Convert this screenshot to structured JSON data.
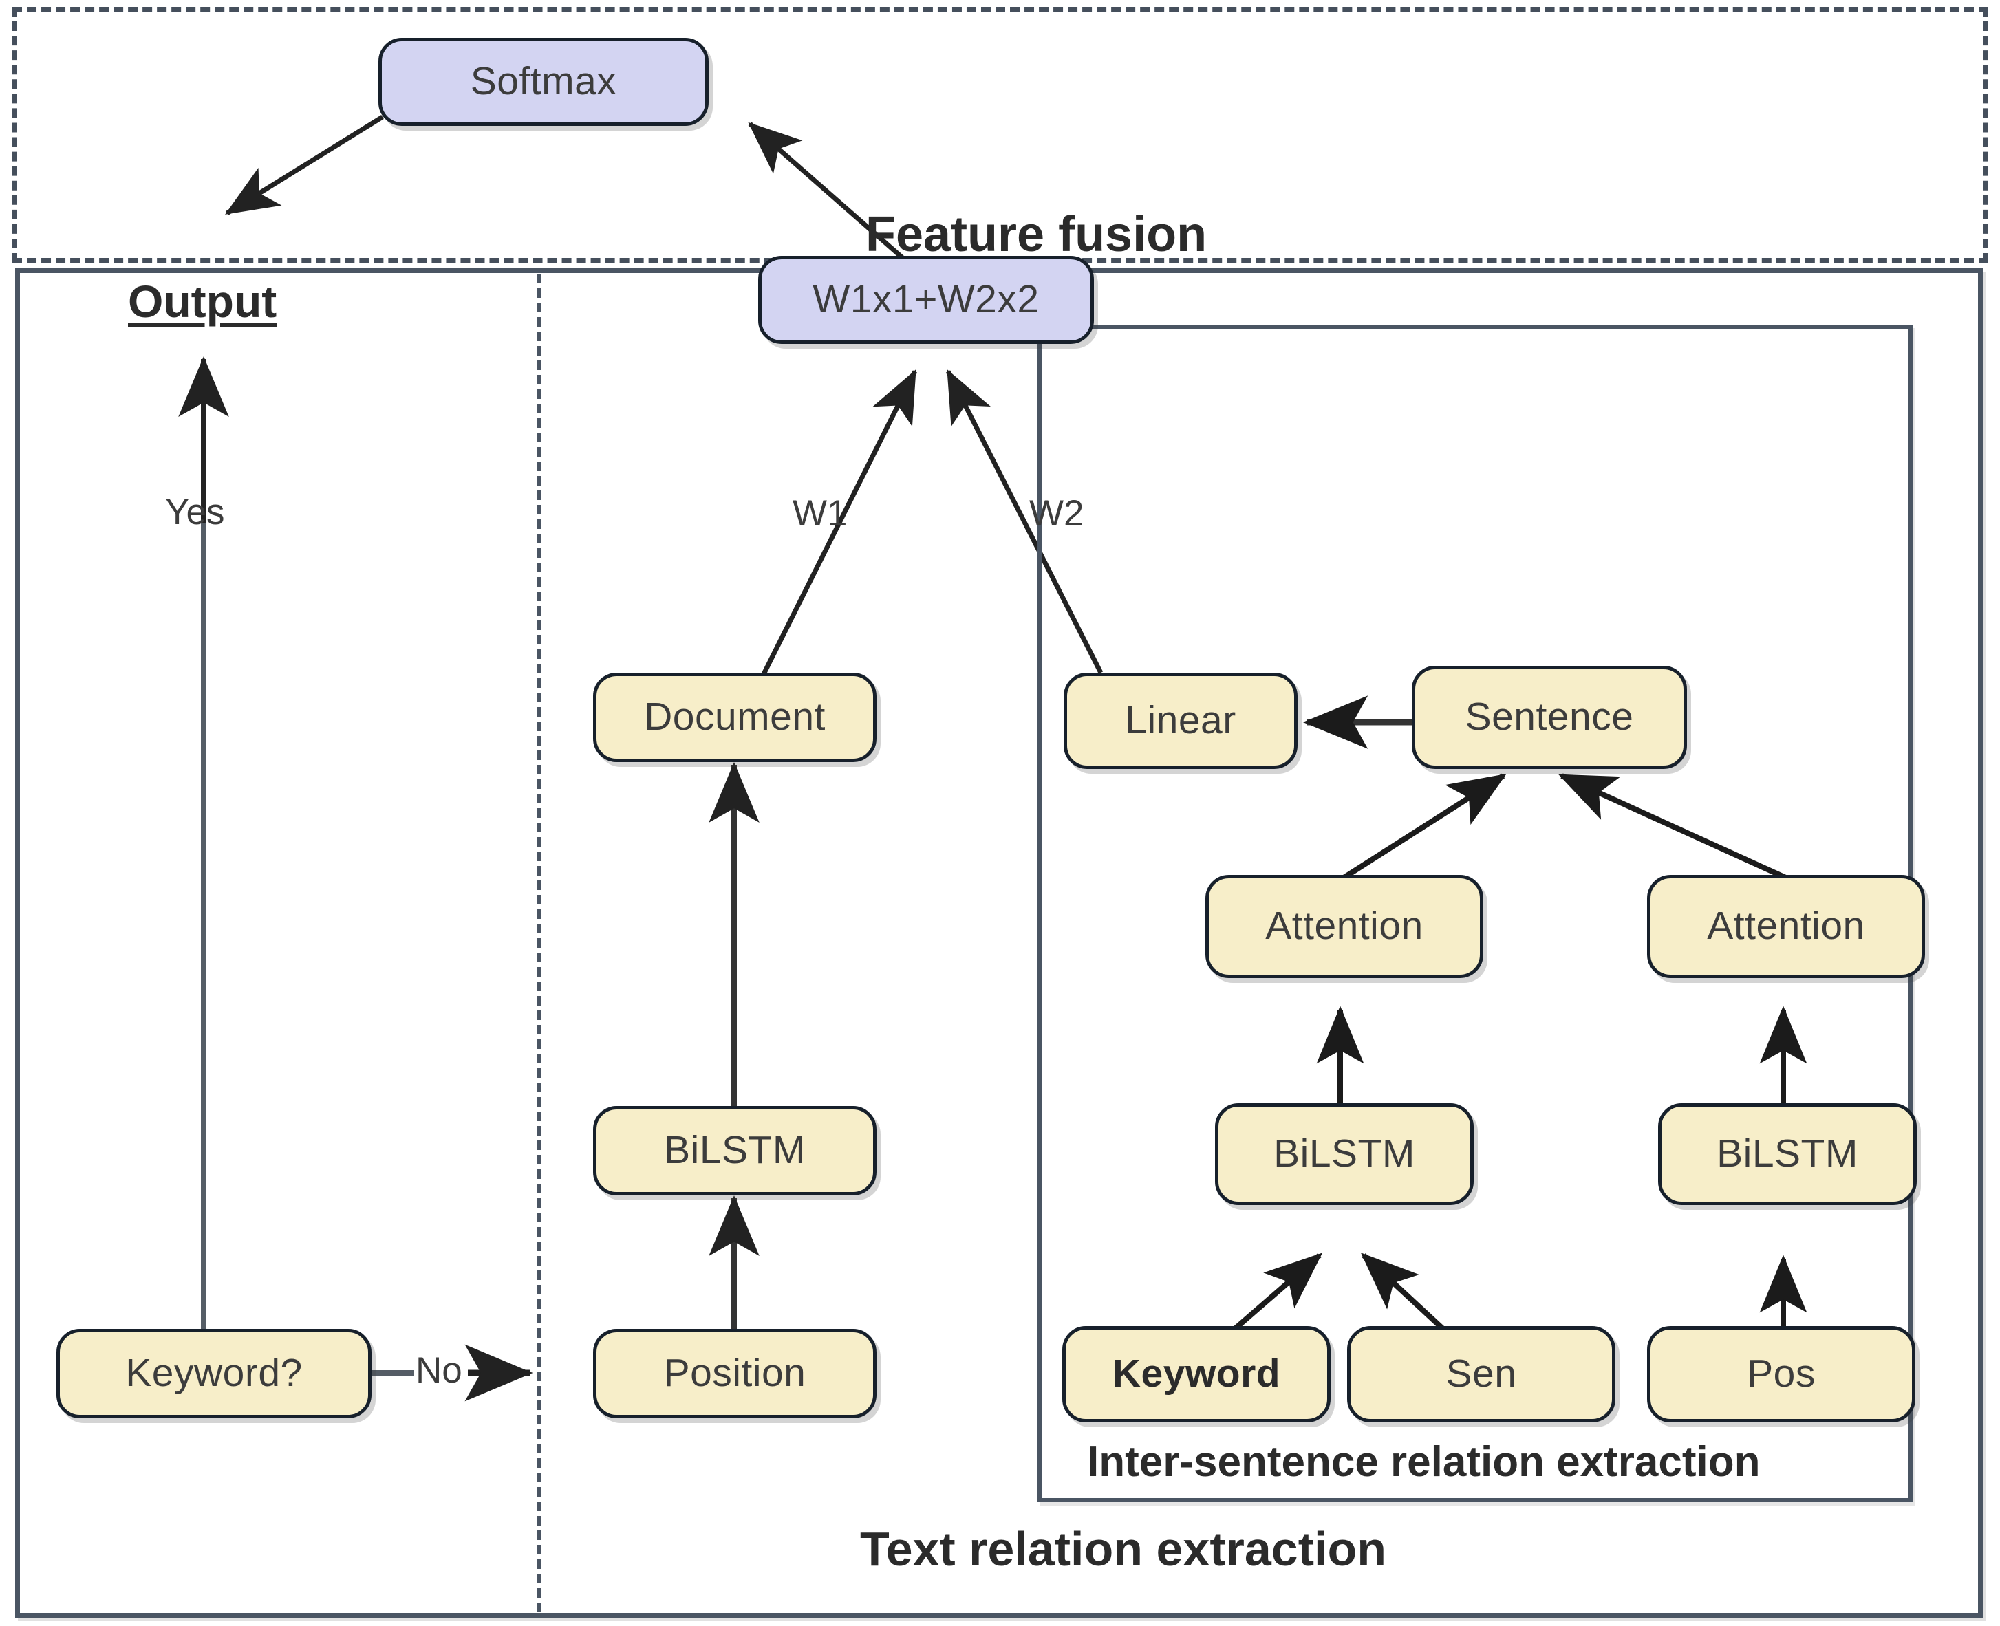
{
  "diagram": {
    "title_top_section": "Feature fusion",
    "title_bottom_section": "Text relation extraction",
    "title_inner_panel": "Inter-sentence relation extraction",
    "output_label": "Output",
    "edge_labels": {
      "yes": "Yes",
      "no": "No",
      "w1": "W1",
      "w2": "W2"
    },
    "nodes": {
      "softmax": "Softmax",
      "fusion": "W1x1+W2x2",
      "document": "Document",
      "bilstm_doc": "BiLSTM",
      "position": "Position",
      "linear": "Linear",
      "sentence": "Sentence",
      "attention_left": "Attention",
      "attention_right": "Attention",
      "bilstm_left": "BiLSTM",
      "bilstm_right": "BiLSTM",
      "keyword_input": "Keyword",
      "sen_input": "Sen",
      "pos_input": "Pos",
      "keyword_decision": "Keyword?"
    },
    "colors": {
      "node_fill_yellow": "#f7eec9",
      "node_fill_purple": "#d3d4f2",
      "node_border": "#17202b",
      "frame_border": "#4a5563",
      "text": "#3c3c3c",
      "arrow": "#222222"
    }
  }
}
